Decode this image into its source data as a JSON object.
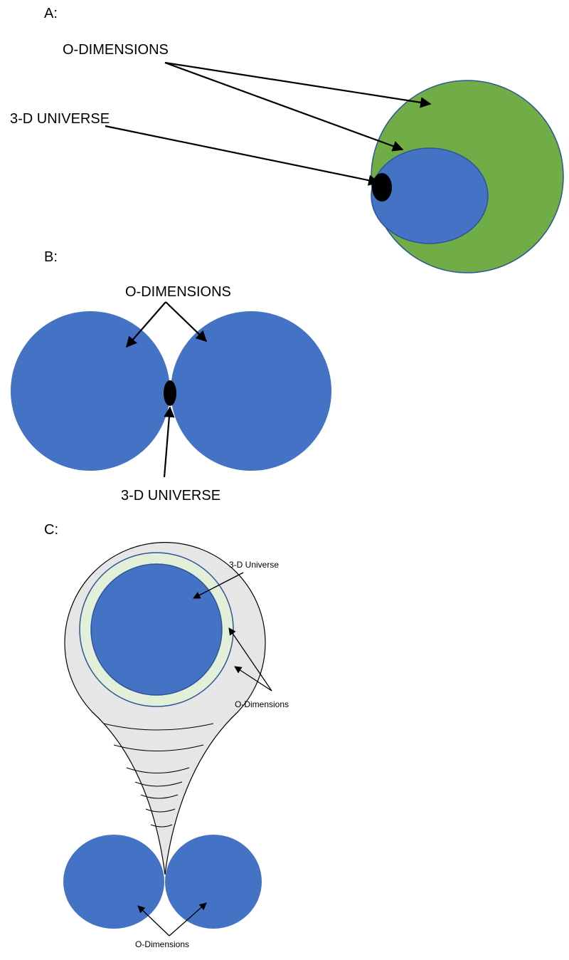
{
  "panels": {
    "a": {
      "label": "A:",
      "o_dimensions": "O-DIMENSIONS",
      "universe": "3-D UNIVERSE"
    },
    "b": {
      "label": "B:",
      "o_dimensions": "O-DIMENSIONS",
      "universe": "3-D UNIVERSE"
    },
    "c": {
      "label": "C:",
      "universe": "3-D Universe",
      "o_dimensions_side": "O-Dimensions",
      "o_dimensions_bottom": "O-Dimensions"
    }
  },
  "colors": {
    "blue": "#4472c4",
    "green": "#70ad47",
    "black": "#000000",
    "light_gray": "#e6e6e6",
    "pale_green": "#e2efd9",
    "outline_blue": "#2f5597"
  }
}
